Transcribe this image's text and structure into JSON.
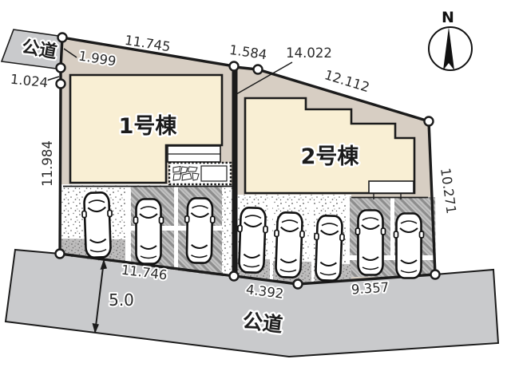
{
  "title": "site-plan",
  "labels": {
    "road_top_left": "公道",
    "road_bottom": "公道",
    "building1": "1号棟",
    "building2": "2号棟",
    "north": "N"
  },
  "dimensions": {
    "lot1_top": "11.745",
    "lot1_left_upper": "1.999",
    "lot1_left_small": "1.024",
    "lot1_left_side": "11.984",
    "lot1_bottom": "11.746",
    "boundary_top_gap": "1.584",
    "center_boundary": "14.022",
    "lot2_top": "12.112",
    "lot2_right_side": "10.271",
    "lot2_bottom_left": "4.392",
    "lot2_bottom_right": "9.357",
    "road_width": "5.0"
  },
  "parking": {
    "lot1_cars": 3,
    "lot2_cars": 5,
    "cars_total": 8
  },
  "colors": {
    "building": "#f9efd4",
    "lot": "#d7cec3",
    "road": "#c9cacc",
    "line": "#1b1b1b"
  }
}
